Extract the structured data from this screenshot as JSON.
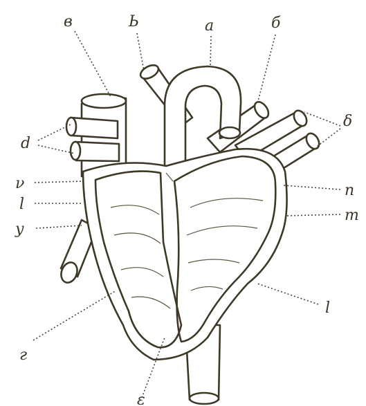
{
  "labels": {
    "top_left": "в",
    "top_2": "Ь",
    "top_3": "а",
    "top_4": "б",
    "right_top": "δ",
    "left_d": "d",
    "left_v": "ν",
    "left_l": "l",
    "left_y": "у",
    "right_n": "п",
    "right_m": "m",
    "right_l": "l",
    "bottom_left": "г",
    "bottom": "ε"
  },
  "colors": {
    "ink": "#3e3828",
    "chamber_fill": "#e4dfb8",
    "background": "#ffffff"
  }
}
